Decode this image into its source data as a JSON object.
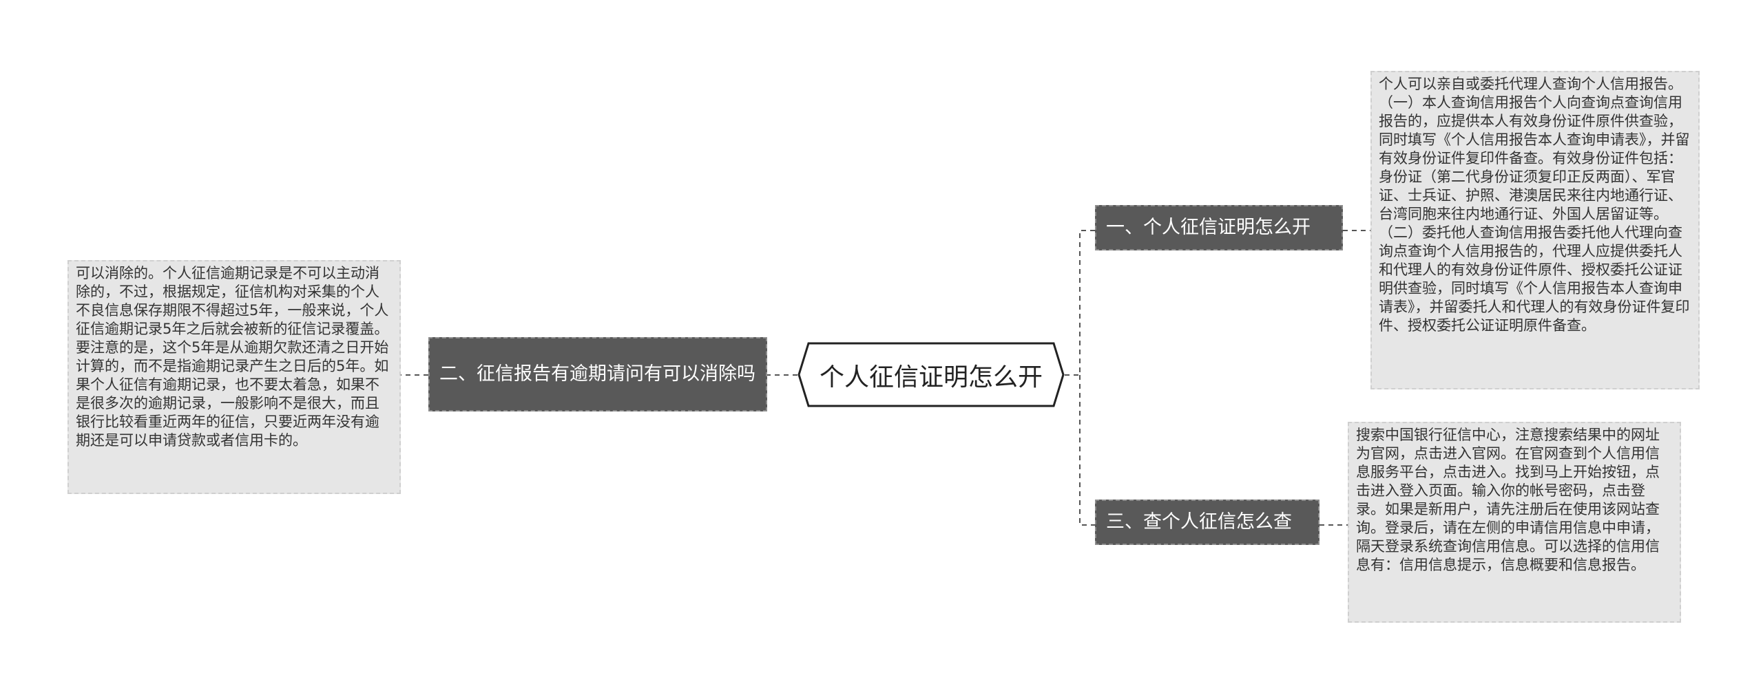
{
  "root": {
    "label": "个人征信证明怎么开"
  },
  "branches": [
    {
      "label": "一、个人征信证明怎么开",
      "detail": "个人可以亲自或委托代理人查询个人信用报告。（一）本人查询信用报告个人向查询点查询信用报告的，应提供本人有效身份证件原件供查验，同时填写《个人信用报告本人查询申请表》，并留有效身份证件复印件备查。有效身份证件包括：身份证（第二代身份证须复印正反两面）、军官证、士兵证、护照、港澳居民来往内地通行证、台湾同胞来往内地通行证、外国人居留证等。（二）委托他人查询信用报告委托他人代理向查询点查询个人信用报告的，代理人应提供委托人和代理人的有效身份证件原件、授权委托公证证明供查验，同时填写《个人信用报告本人查询申请表》，并留委托人和代理人的有效身份证件复印件、授权委托公证证明原件备查。"
    },
    {
      "label": "二、征信报告有逾期请问有可以消除吗",
      "detail": "可以消除的。个人征信逾期记录是不可以主动消除的，不过，根据规定，征信机构对采集的个人不良信息保存期限不得超过5年，一般来说，个人征信逾期记录5年之后就会被新的征信记录覆盖。要注意的是，这个5年是从逾期欠款还清之日开始计算的，而不是指逾期记录产生之日后的5年。如果个人征信有逾期记录，也不要太着急，如果不是很多次的逾期记录，一般影响不是很大，而且银行比较看重近两年的征信，只要近两年没有逾期还是可以申请贷款或者信用卡的。"
    },
    {
      "label": "三、查个人征信怎么查",
      "detail": "搜索中国银行征信中心，注意搜索结果中的网址为官网，点击进入官网。在官网查到个人信用信息服务平台，点击进入。找到马上开始按钮，点击进入登入页面。输入你的帐号密码，点击登录。如果是新用户，请先注册后在使用该网站查询。登录后，请在左侧的申请信用信息中申请，隔天登录系统查询信用信息。可以选择的信用信息有：信用信息提示，信息概要和信息报告。"
    }
  ],
  "colors": {
    "branch_fill": "#595959",
    "leaf_fill": "#e6e6e6",
    "line": "#555555"
  }
}
